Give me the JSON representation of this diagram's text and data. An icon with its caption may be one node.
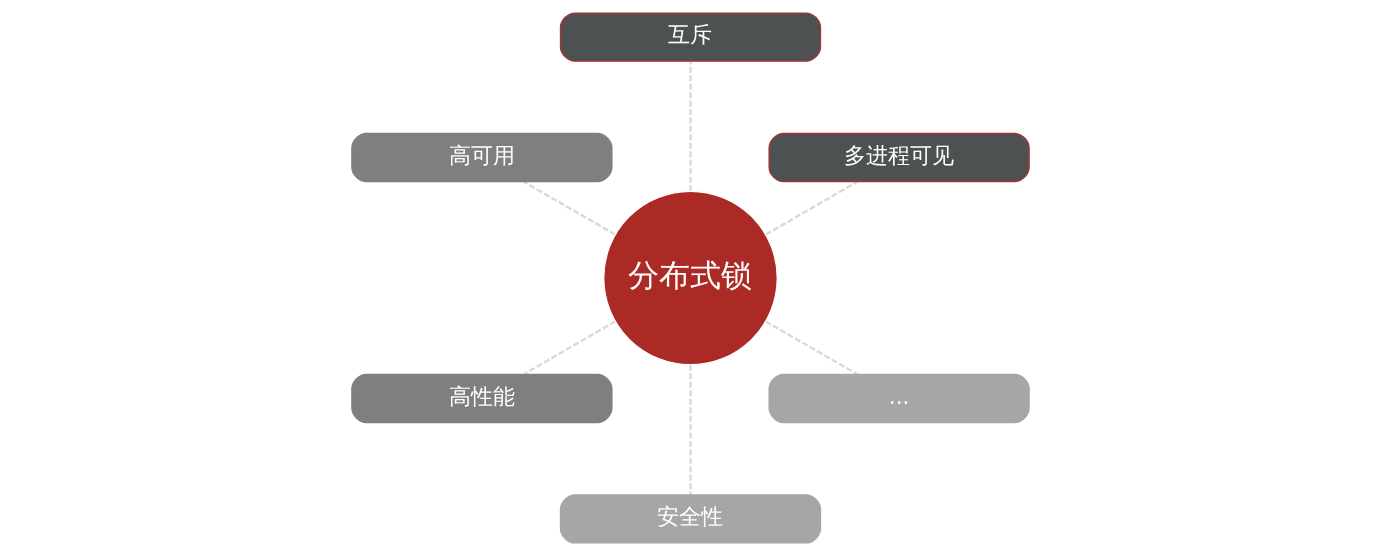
{
  "diagram": {
    "nodes": [
      {
        "text": [
          "分布式锁"
        ]
      },
      {
        "text": [
          "多进程可见"
        ]
      },
      {
        "text": [
          "互斥"
        ]
      },
      {
        "text": [
          "高可用"
        ]
      },
      {
        "text": [
          "高性能"
        ]
      },
      {
        "text": [
          "安全性"
        ]
      },
      {
        "text": [
          "..."
        ]
      }
    ],
    "edges": [
      {
        "from": 0,
        "to": 1,
        "arrow": "none",
        "style": "dashed"
      },
      {
        "from": 0,
        "to": 2,
        "arrow": "none",
        "style": "dashed"
      },
      {
        "from": 0,
        "to": 4,
        "arrow": "none",
        "style": "dashed"
      },
      {
        "from": 0,
        "to": 6,
        "arrow": "none",
        "style": "dashed"
      },
      {
        "from": 0,
        "to": 5,
        "arrow": "none",
        "style": "dashed"
      },
      {
        "from": 0,
        "to": 3,
        "arrow": "none",
        "style": "dashed"
      }
    ]
  }
}
